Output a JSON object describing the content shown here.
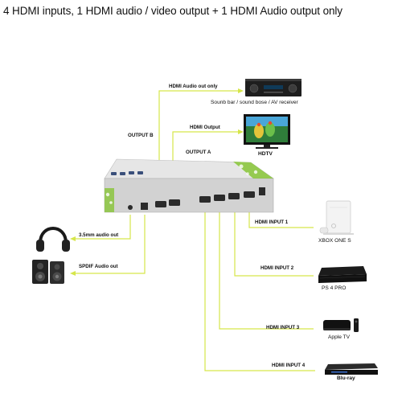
{
  "headline": "4 HDMI inputs, 1 HDMI audio / video output + 1 HDMI Audio output only",
  "labels": {
    "hdmi_audio_out_only": "HDMI Audio out only",
    "output_b": "OUTPUT B",
    "hdmi_output": "HDMI Output",
    "output_a": "OUTPUT A",
    "audio_35": "3.5mm audio out",
    "spdif": "SPDIF Audio out",
    "input1": "HDMI INPUT 1",
    "input2": "HDMI INPUT 2",
    "input3": "HDMI INPUT 3",
    "input4": "HDMI INPUT 4"
  },
  "devices": {
    "receiver": "Sounb bar / sound bose / AV receiver",
    "hdtv": "HDTV",
    "xbox": "XBOX ONE S",
    "ps4": "PS 4 PRO",
    "appletv": "Apple TV",
    "bluray": "Blu-ray"
  },
  "colors": {
    "line": "#d6e64a",
    "accent_green": "#8cc63f",
    "housing": "#dcdcdc",
    "port": "#2b2b2b"
  }
}
